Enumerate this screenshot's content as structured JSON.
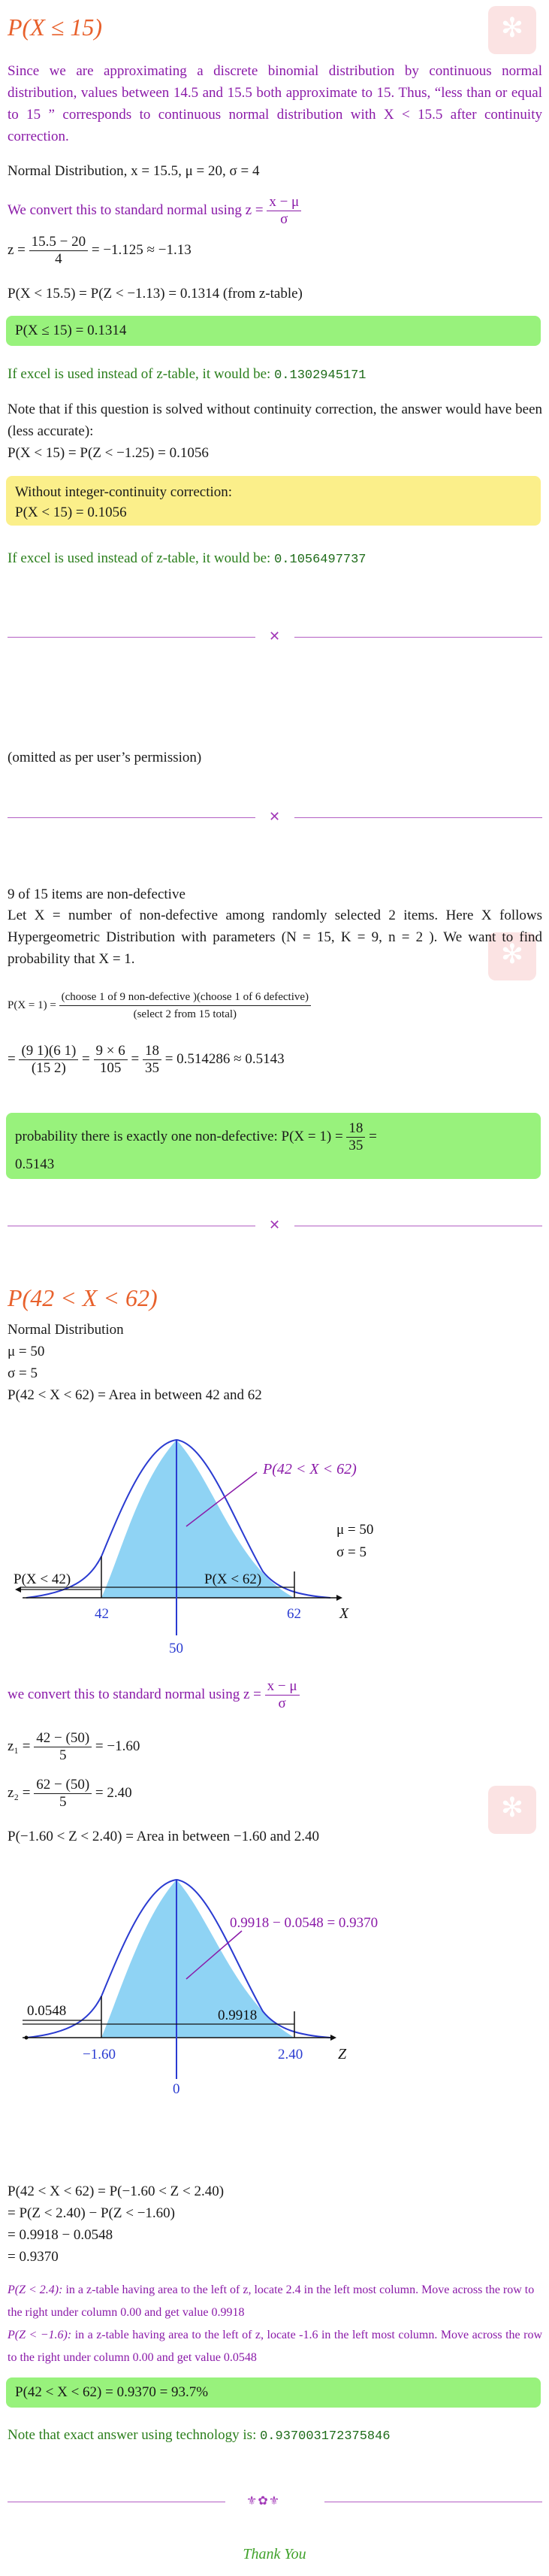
{
  "s1": {
    "heading": "P(X ≤ 15)",
    "explain": "Since we are approximating a discrete binomial distribution by continuous normal distribution, values between 14.5 and 15.5 both approximate to 15.  Thus, “less than or equal to 15 ” corresponds to continuous normal distribution with X < 15.5 after continuity correction.",
    "normal_line": "Normal Distribution, x = 15.5,  μ = 20,  σ = 4",
    "convert_prefix": "We convert this to standard normal using  z =",
    "z_num": "x − μ",
    "z_den": "σ",
    "z_line_prefix": "z =",
    "z_line_num": "15.5 − 20",
    "z_line_den": "4",
    "z_line_rest": "= −1.125 ≈ −1.13",
    "prob_line": "P(X < 15.5) = P(Z < −1.13) = 0.1314 (from z-table)",
    "answer": "P(X ≤ 15) = 0.1314",
    "excel_text": "If excel is used instead of z-table, it would be:",
    "excel_value": "0.1302945171",
    "without_text": "Note that if this question is solved without continuity correction, the answer would have been (less accurate):",
    "without_line": "P(X < 15) = P(Z < −1.25) = 0.1056",
    "yellow_line1": "Without integer-continuity correction:",
    "yellow_line2": "P(X < 15) = 0.1056",
    "excel2_text": "If excel is used instead of z-table, it would be:",
    "excel2_value": "0.1056497737"
  },
  "s2": {
    "omitted": "(omitted as per user’s permission)"
  },
  "s3": {
    "intro": "9 of 15 items are non-defective",
    "let_text": "Let X = number of non-defective among randomly selected 2 items. Here X follows Hypergeometric Distribution with parameters (N = 15, K = 9, n = 2 ). We want to find probability that X = 1.",
    "px_label": "P(X = 1) =",
    "px_num": "(choose 1 of 9 non-defective )(choose 1 of 6 defective)",
    "px_den": "(select 2 from 15 total)",
    "calc_prefix": "=",
    "calc_frac1_num": "(9 1)(6 1)",
    "calc_frac1_den": "(15 2)",
    "calc_eq1": "=",
    "calc_frac2_num": "9 × 6",
    "calc_frac2_den": "105",
    "calc_eq2": "=",
    "calc_frac3_num": "18",
    "calc_frac3_den": "35",
    "calc_rest": "= 0.514286 ≈ 0.5143",
    "answer_text": "probability there is exactly one non-defective:  P(X = 1) =",
    "answer_num": "18",
    "answer_den": "35",
    "answer_eq": "=",
    "answer_val": "0.5143"
  },
  "s4": {
    "heading": "P(42 < X < 62)",
    "line1": "Normal Distribution",
    "line2": "μ = 50",
    "line3": "σ = 5",
    "line4": "P(42 < X < 62) = Area in between 42 and 62",
    "g1": {
      "label_between": "P(42 < X < 62)",
      "mu": "μ = 50",
      "sigma": "σ = 5",
      "left": "P(X < 42)",
      "right": "P(X < 62)",
      "t42": "42",
      "t50": "50",
      "t62": "62",
      "axis": "X"
    },
    "convert_prefix": "we convert this to standard normal using  z =",
    "z_num": "x − μ",
    "z_den": "σ",
    "z1_prefix": "z₁ =",
    "z1_num": "42 − (50)",
    "z1_den": "5",
    "z1_rest": "= −1.60",
    "z2_prefix": "z₂ =",
    "z2_num": "62 − (50)",
    "z2_den": "5",
    "z2_rest": "= 2.40",
    "area_line": "P(−1.60 < Z < 2.40) = Area in between −1.60 and 2.40",
    "g2": {
      "label_between": "0.9918 − 0.0548 = 0.9370",
      "left": "0.0548",
      "right": "0.9918",
      "tneg": "−1.60",
      "t0": "0",
      "tpos": "2.40",
      "axis": "Z"
    },
    "calc1": "P(42 < X < 62) = P(−1.60 < Z < 2.40)",
    "calc2": "= P(Z < 2.40) − P(Z < −1.60)",
    "calc3": "= 0.9918 − 0.0548",
    "calc4": "= 0.9370",
    "note1_lead": "P(Z < 2.4):",
    "note1": " in a z-table having area to the left of z, locate 2.4 in the left most column. Move across the row to the right under column 0.00 and get value 0.9918",
    "note2_lead": "P(Z < −1.6):",
    "note2": " in a z-table having area to the left of z, locate -1.6 in the left most column. Move across the row to the right under column 0.00 and get value 0.0548",
    "answer": "P(42 < X < 62) = 0.9370 = 93.7%",
    "exact_text": "Note that exact answer using technology is:",
    "exact_value": "0.937003172375846",
    "thanks": "Thank You"
  },
  "colors": {
    "accent_orange": "#e8612c",
    "purple": "#8a1aa8",
    "green_box": "#98f27c",
    "yellow_box": "#fbef8a",
    "curve_fill": "#8fd3f4",
    "curve_line": "#2a3bd1"
  }
}
